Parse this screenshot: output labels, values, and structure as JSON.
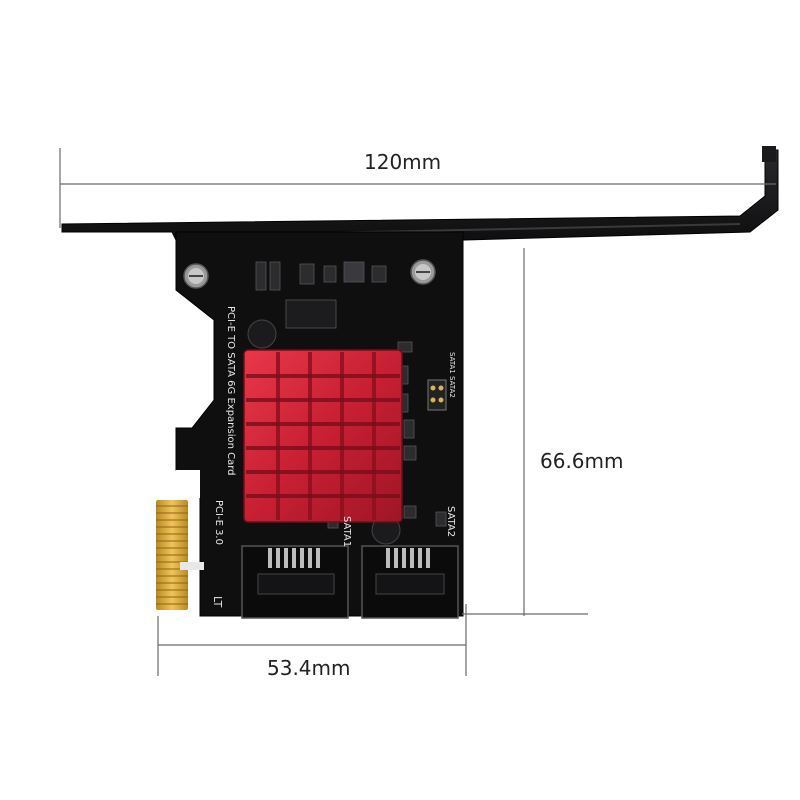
{
  "dimensions": {
    "width": "120mm",
    "height": "66.6mm",
    "length": "53.4mm"
  },
  "board": {
    "title_line1": "PCI-E TO SATA 6G Expansion Card",
    "title_line2": "PCI-E 3.0",
    "port_sata1": "SATA1",
    "port_sata2": "SATA2",
    "header_label": "SATA1 SATA2",
    "corner_mark": "LT"
  },
  "colors": {
    "pcb": "#0f0f10",
    "bracket": "#1a1a1c",
    "heatsink": "#d4263a",
    "gold_finger": "#d9a73a",
    "dimension_line": "#6b6b6b"
  }
}
